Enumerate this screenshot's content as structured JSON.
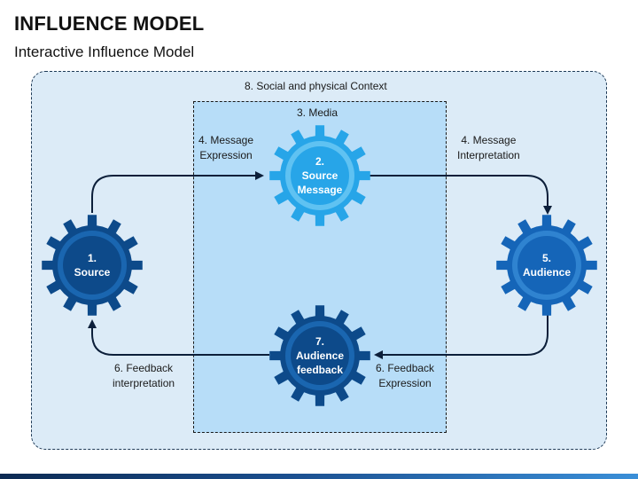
{
  "header": {
    "title": "INFLUENCE MODEL",
    "subtitle": "Interactive Influence Model"
  },
  "context": {
    "outer_label": "8. Social and physical Context",
    "inner_label": "3. Media"
  },
  "gears": {
    "source": {
      "num": "1.",
      "line1": "Source",
      "line2": ""
    },
    "message": {
      "num": "2.",
      "line1": "Source",
      "line2": "Message"
    },
    "audience": {
      "num": "5.",
      "line1": "Audience",
      "line2": ""
    },
    "feedback": {
      "num": "7.",
      "line1": "Audience",
      "line2": "feedback"
    }
  },
  "arrows": {
    "msg_expression": {
      "line1": "4. Message",
      "line2": "Expression"
    },
    "msg_interpretation": {
      "line1": "4. Message",
      "line2": "Interpretation"
    },
    "fb_expression": {
      "line1": "6. Feedback",
      "line2": "Expression"
    },
    "fb_interpretation": {
      "line1": "6. Feedback",
      "line2": "interpretation"
    }
  },
  "colors": {
    "dark_gear": "#0d4a8a",
    "dark_gear_ring": "#1a66b0",
    "light_gear": "#27a5e8",
    "light_gear_ring": "#5fc2f2",
    "mid_gear": "#1565b8",
    "mid_gear_ring": "#2f83d0",
    "arrow": "#0c1f3a"
  }
}
